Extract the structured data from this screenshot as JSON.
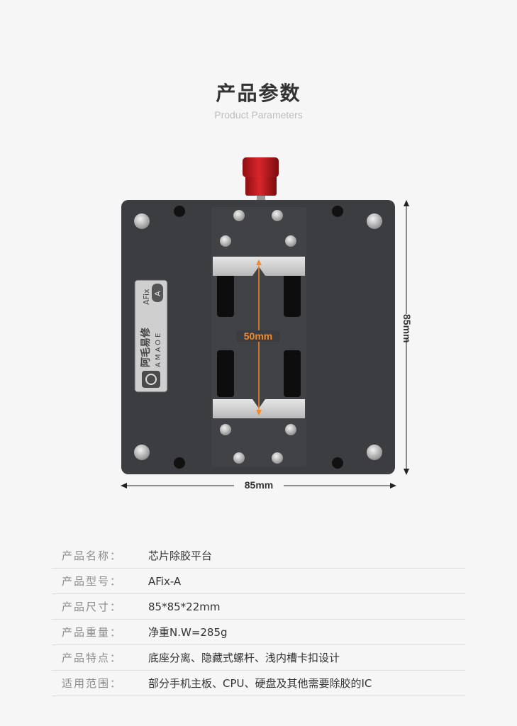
{
  "header": {
    "title": "产品参数",
    "subtitle": "Product Parameters"
  },
  "product_image": {
    "dimension_height": "85mm",
    "dimension_width": "85mm",
    "clamp_span": "50mm",
    "label_brand_cn": "阿毛易修",
    "label_brand_en": "AMAOE",
    "label_model": "AFix",
    "label_variant": "A",
    "accent_color": "#f08a2c",
    "knob_color": "#c0161c",
    "plate_color": "#3c3d40"
  },
  "specs": [
    {
      "label": "产品名称：",
      "value": "芯片除胶平台"
    },
    {
      "label": "产品型号：",
      "value": "AFix-A"
    },
    {
      "label": "产品尺寸：",
      "value": "85*85*22mm"
    },
    {
      "label": "产品重量：",
      "value": "净重N.W=285g"
    },
    {
      "label": "产品特点：",
      "value": "底座分离、隐藏式螺杆、浅内槽卡扣设计"
    },
    {
      "label": "适用范围：",
      "value": "部分手机主板、CPU、硬盘及其他需要除胶的IC"
    }
  ]
}
